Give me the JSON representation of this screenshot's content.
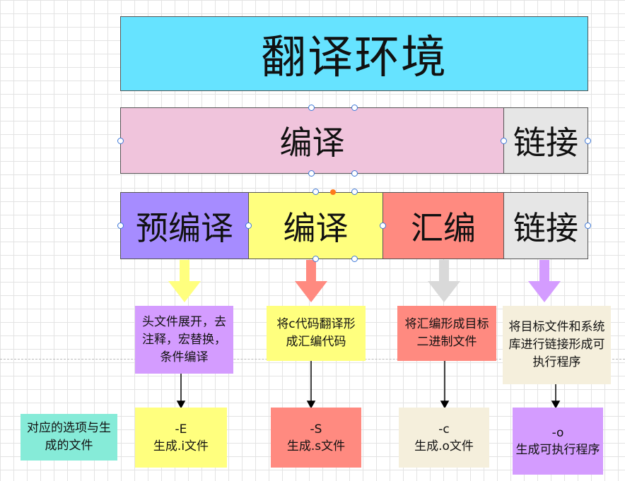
{
  "title": "翻译环境",
  "row2": {
    "compile": "编译",
    "link": "链接"
  },
  "row3": {
    "precompile": "预编译",
    "compile": "编译",
    "assemble": "汇编",
    "link": "链接"
  },
  "descriptions": {
    "precompile": "头文件展开，去注释，宏替换，条件编译",
    "compile": "将c代码翻译形成汇编代码",
    "assemble": "将汇编形成目标二进制文件",
    "link": "将目标文件和系统库进行链接形成可执行程序"
  },
  "options": {
    "label": "对应的选项与生成的文件",
    "precompile": "-E\n生成.i文件",
    "compile": "-S\n生成.s文件",
    "assemble": "-c\n生成.o文件",
    "link": "-o\n生成可执行程序"
  },
  "colors": {
    "title": "#66e3ff",
    "compile_pink": "#f0c4dc",
    "link_gray": "#e6e6e6",
    "precompile_purple": "#a68cff",
    "compile_yellow": "#ffff7e",
    "assemble_salmon": "#ff8a80",
    "link_lavender": "#d49cff",
    "desc_beige": "#f5efdc",
    "label_teal": "#86ebd8"
  },
  "icons": [
    "down-arrow-icon",
    "selection-handle-icon"
  ]
}
